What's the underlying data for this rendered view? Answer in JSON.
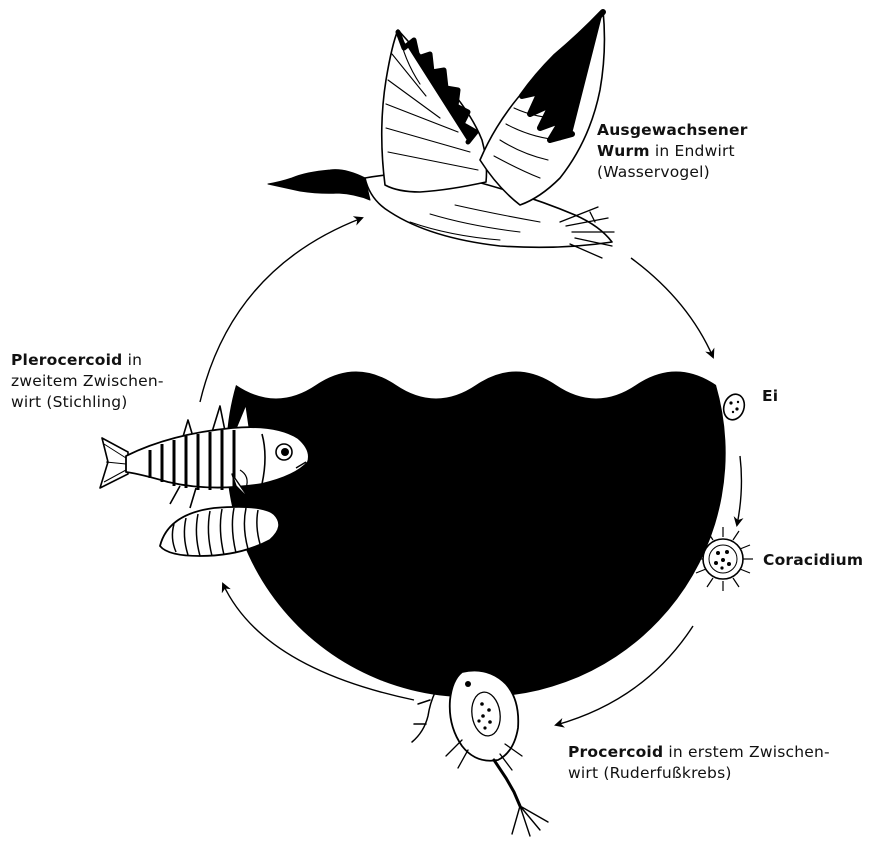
{
  "colors": {
    "ink": "#000000",
    "background": "#ffffff"
  },
  "stages": {
    "adult": {
      "bold": "Ausgewachsener",
      "bold2": "Wurm",
      "rest": " in Endwirt",
      "line3": "(Wasservogel)",
      "icon": "merganser-bird-icon"
    },
    "egg": {
      "bold": "Ei",
      "icon": "egg-icon"
    },
    "coracidium": {
      "bold": "Coracidium",
      "icon": "coracidium-larva-icon"
    },
    "procercoid": {
      "bold": "Procercoid",
      "rest": " in erstem Zwischen-",
      "line2": "wirt (Ruderfußkrebs)",
      "icon": "copepod-icon"
    },
    "plerocercoid": {
      "bold": "Plerocercoid",
      "rest": " in",
      "line2": "zweitem Zwischen-",
      "line3": "wirt (Stichling)",
      "icon": "stickleback-fish-icon",
      "larva_icon": "plerocercoid-larva-icon"
    }
  }
}
